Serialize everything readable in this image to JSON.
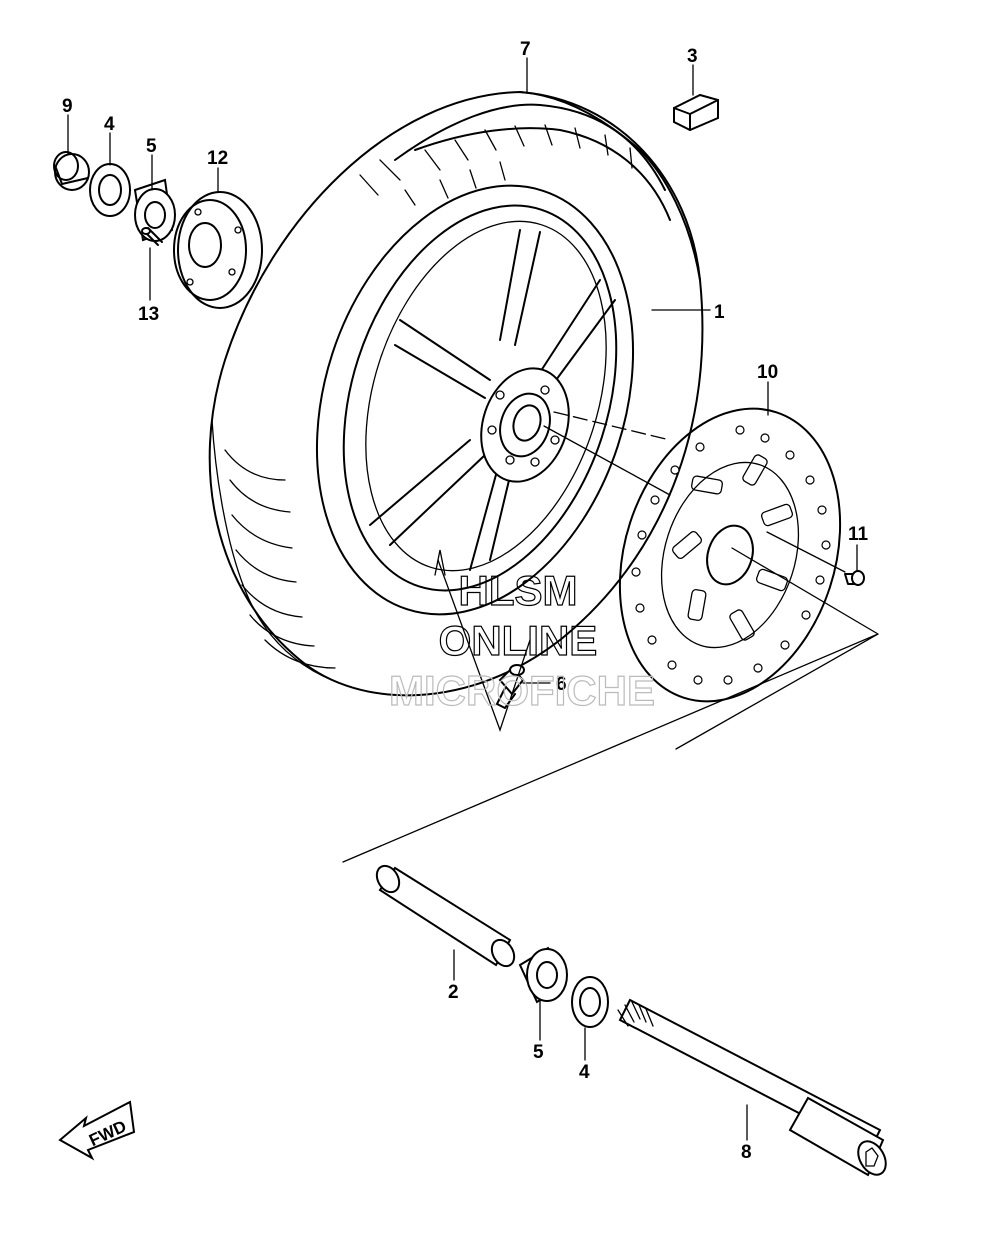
{
  "callouts": {
    "c1": "1",
    "c2": "2",
    "c3": "3",
    "c4a": "4",
    "c4b": "4",
    "c5a": "5",
    "c5b": "5",
    "c6": "6",
    "c7": "7",
    "c8": "8",
    "c9": "9",
    "c10": "10",
    "c11": "11",
    "c12": "12",
    "c13": "13"
  },
  "watermark": {
    "line1": "HLSM",
    "line2": "ONLINE",
    "line3": "MICROFICHE"
  },
  "fwd_label": "FWD"
}
